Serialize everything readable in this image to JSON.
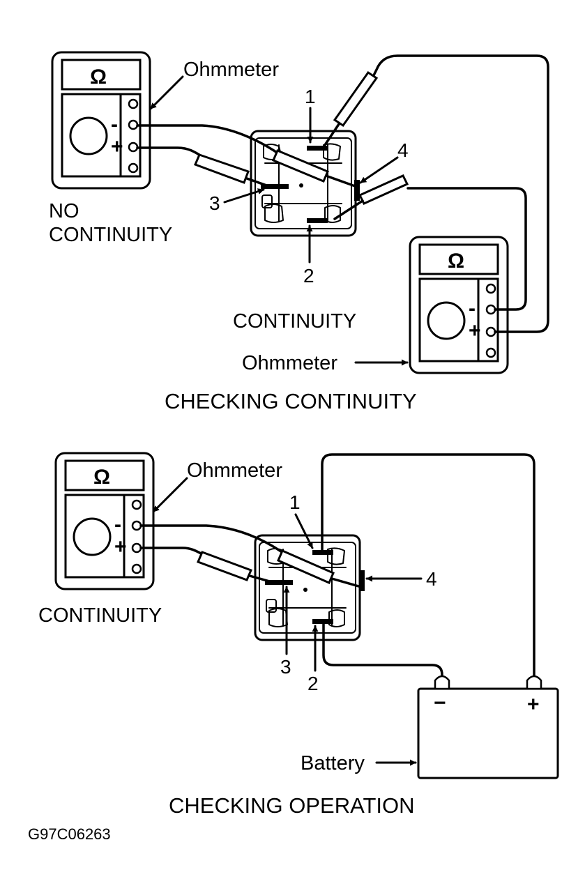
{
  "checking_continuity": {
    "caption": "CHECKING CONTINUITY",
    "meter_top_left": {
      "label": "Ohmmeter",
      "symbol": "Ω",
      "minus": "-",
      "plus": "+"
    },
    "meter_bottom_right": {
      "label": "Ohmmeter",
      "symbol": "Ω",
      "minus": "-",
      "plus": "+"
    },
    "result_left": [
      "NO",
      "CONTINUITY"
    ],
    "result_right": "CONTINUITY",
    "terminals": [
      "1",
      "2",
      "3",
      "4"
    ]
  },
  "checking_operation": {
    "caption": "CHECKING OPERATION",
    "meter": {
      "label": "Ohmmeter",
      "symbol": "Ω",
      "minus": "-",
      "plus": "+"
    },
    "result": "CONTINUITY",
    "terminals": [
      "1",
      "2",
      "3",
      "4"
    ],
    "battery": {
      "label": "Battery",
      "minus": "−",
      "plus": "+"
    }
  },
  "figure_code": "G97C06263"
}
